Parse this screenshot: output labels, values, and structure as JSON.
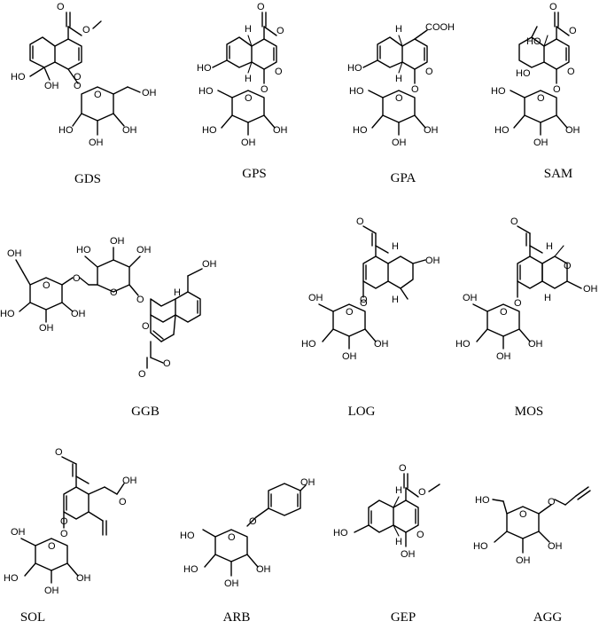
{
  "compounds": [
    {
      "label": "GDS"
    },
    {
      "label": "GPS"
    },
    {
      "label": "GPA"
    },
    {
      "label": "SAM"
    },
    {
      "label": "GGB"
    },
    {
      "label": "LOG"
    },
    {
      "label": "MOS"
    },
    {
      "label": "SOL"
    },
    {
      "label": "ARB"
    },
    {
      "label": "GEP"
    },
    {
      "label": "AGG"
    }
  ],
  "atom_labels": {
    "ho": "HO",
    "oh": "OH",
    "o": "O",
    "h": "H",
    "cooh": "COOH"
  }
}
